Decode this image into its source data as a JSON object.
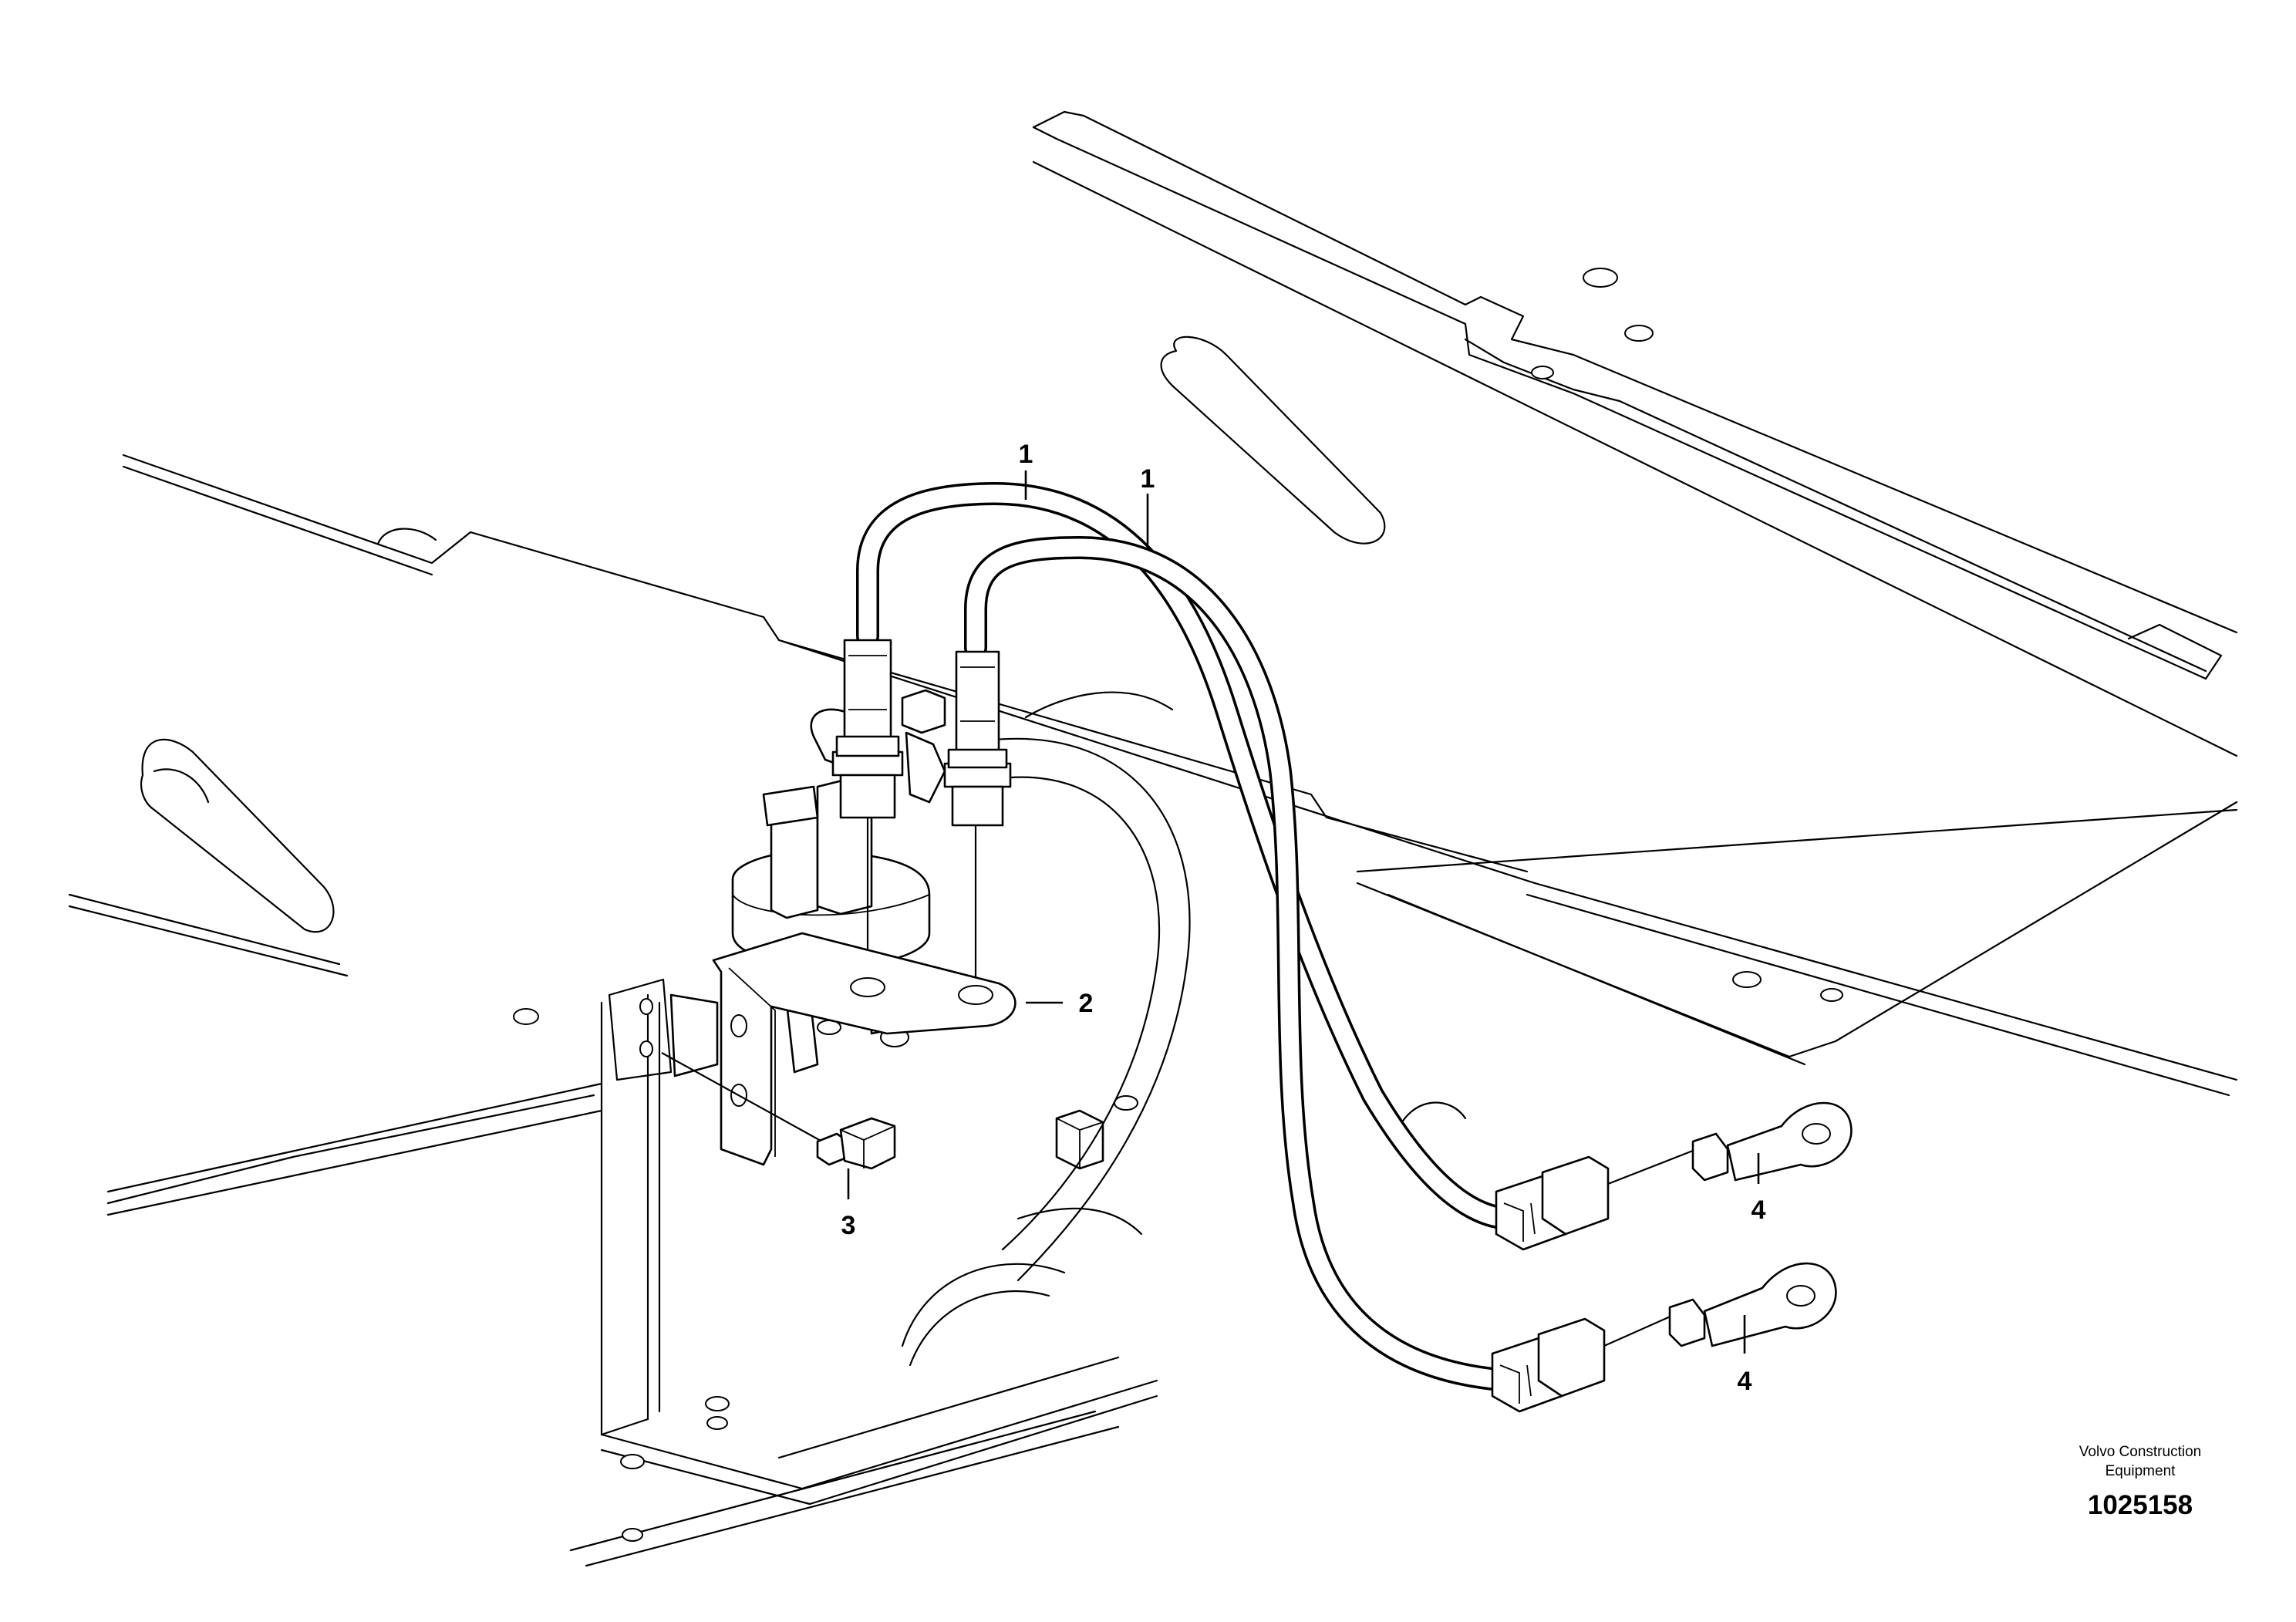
{
  "callouts": {
    "hose_a": "1",
    "hose_b": "1",
    "bracket": "2",
    "screw": "3",
    "terminal_a": "4",
    "terminal_b": "4"
  },
  "footer": {
    "company_line1": "Volvo Construction",
    "company_line2": "Equipment",
    "drawing_number": "1025158"
  }
}
